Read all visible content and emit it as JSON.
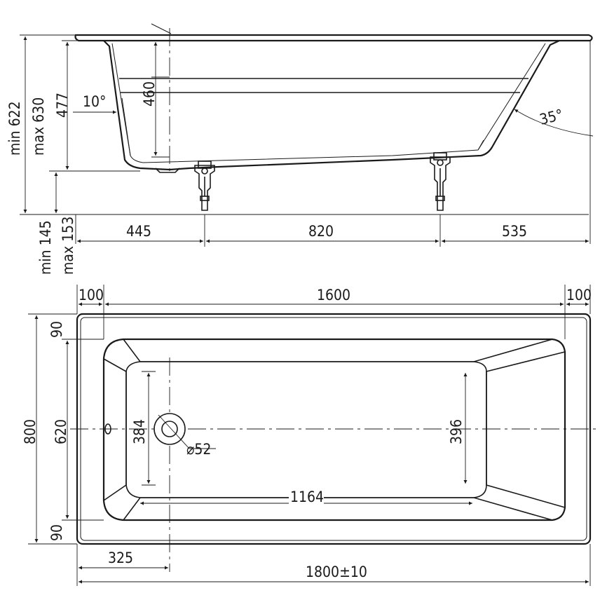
{
  "side_view": {
    "depth_labels": [
      "min 622",
      "max 630"
    ],
    "height_total": "477",
    "inner_depth": "460",
    "head_angle": "10°",
    "foot_angle": "35°",
    "leg_labels": [
      "min 145",
      "max 153"
    ],
    "offset_left": "445",
    "leg_spacing": "820",
    "offset_right": "535"
  },
  "top_view": {
    "rim_left": "100",
    "inner_length": "1600",
    "rim_right": "100",
    "width_total": "800",
    "inner_width": "620",
    "rim_top": "90",
    "rim_bottom": "90",
    "bottom_width_head": "384",
    "bottom_width_foot": "396",
    "drain_diameter": "⌀52",
    "bottom_length": "1164",
    "drain_offset": "325",
    "length_total": "1800±10"
  },
  "colors": {
    "line": "#1a1a1a",
    "background": "#ffffff"
  }
}
